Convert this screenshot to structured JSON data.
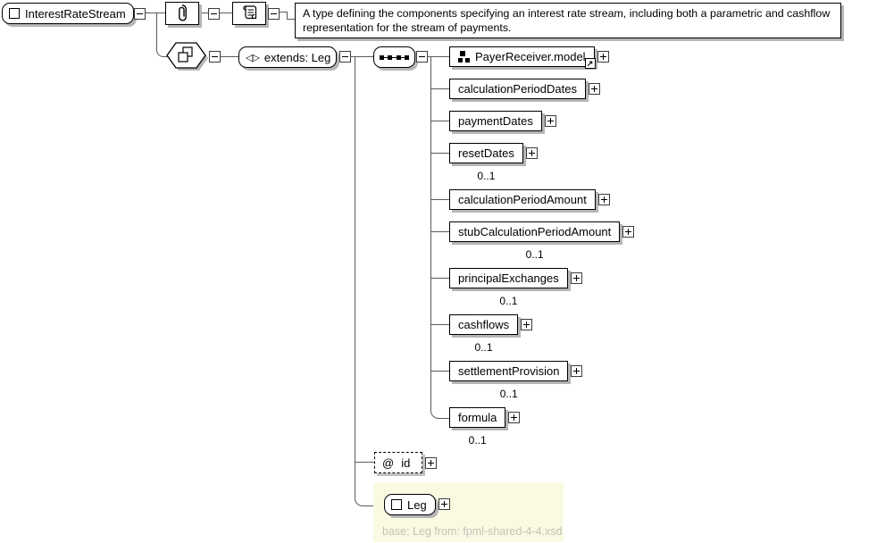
{
  "diagram": {
    "root": {
      "name": "InterestRateStream"
    },
    "annotation": {
      "doc_text": "A type defining the components specifying an interest rate stream, including both a parametric and cashflow representation for the stream of payments."
    },
    "derivation": {
      "extends_label": "extends: Leg"
    },
    "children": [
      {
        "name": "PayerReceiver.model",
        "cardinality": ""
      },
      {
        "name": "calculationPeriodDates",
        "cardinality": ""
      },
      {
        "name": "paymentDates",
        "cardinality": ""
      },
      {
        "name": "resetDates",
        "cardinality": "0..1"
      },
      {
        "name": "calculationPeriodAmount",
        "cardinality": ""
      },
      {
        "name": "stubCalculationPeriodAmount",
        "cardinality": "0..1"
      },
      {
        "name": "principalExchanges",
        "cardinality": "0..1"
      },
      {
        "name": "cashflows",
        "cardinality": "0..1"
      },
      {
        "name": "settlementProvision",
        "cardinality": "0..1"
      },
      {
        "name": "formula",
        "cardinality": "0..1"
      }
    ],
    "attribute": {
      "symbol": "@",
      "name": "id"
    },
    "base": {
      "name": "Leg",
      "caption": "base: Leg from: fpml-shared-4-4.xsd"
    }
  }
}
